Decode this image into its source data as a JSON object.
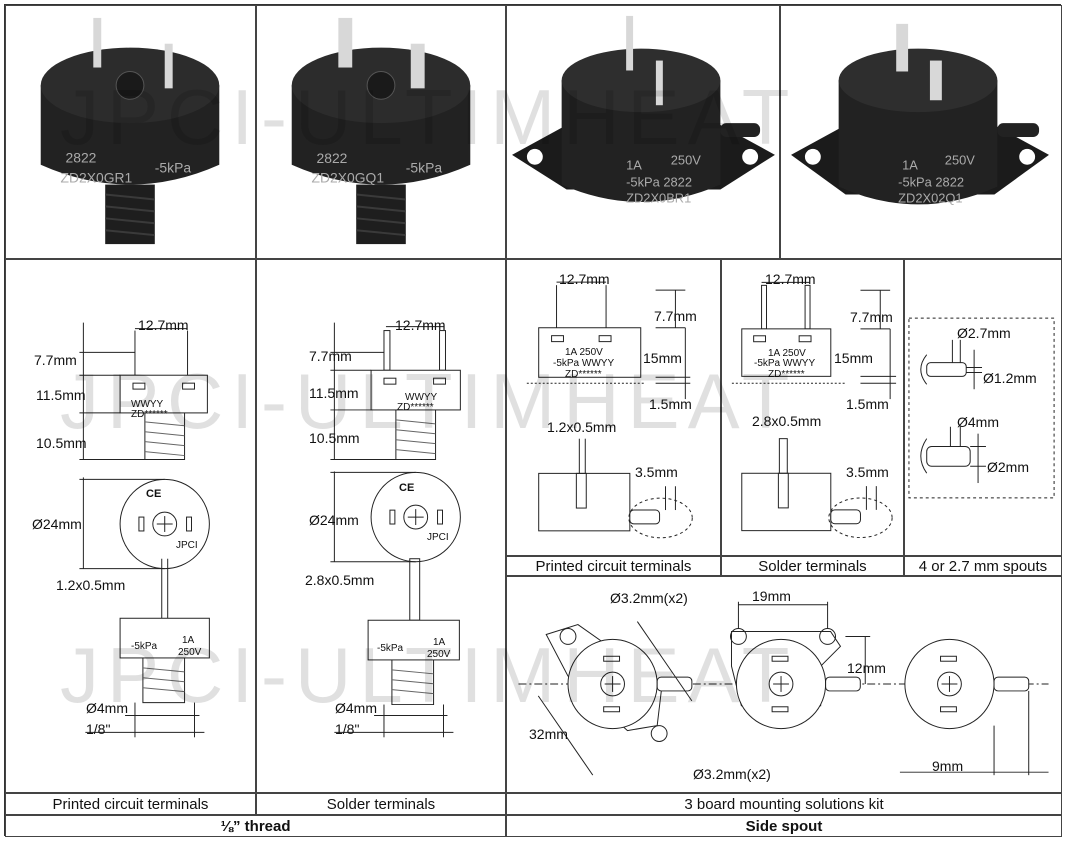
{
  "captions": {
    "pcb_left": "Printed circuit terminals",
    "solder_left": "Solder terminals",
    "pcb_right": "Printed circuit terminals",
    "solder_right": "Solder terminals",
    "spouts": "4 or 2.7 mm spouts",
    "mounting": "3 board mounting solutions kit"
  },
  "footers": {
    "thread": "⅛” thread",
    "side_spout": "Side spout"
  },
  "watermark": "JPCI-ULTIMHEAT",
  "products": [
    {
      "code": "2822",
      "model": "ZD2X0GR1",
      "pressure": "-5kPa"
    },
    {
      "code": "2822",
      "model": "ZD2X0GQ1",
      "pressure": "-5kPa"
    },
    {
      "rating_a": "1A",
      "rating_v": "250V",
      "line2": "-5kPa 2822",
      "model": "ZD2X0BR1"
    },
    {
      "rating_a": "1A",
      "rating_v": "250V",
      "line2": "-5kPa 2822",
      "model": "ZD2X02Q1"
    }
  ],
  "dims": {
    "d127": "12.7mm",
    "d77": "7.7mm",
    "d115": "11.5mm",
    "d105": "10.5mm",
    "d24": "Ø24mm",
    "d12x05": "1.2x0.5mm",
    "d28x05": "2.8x0.5mm",
    "d4": "Ø4mm",
    "d18": "1/8\"",
    "d15": "15mm",
    "d15b": "1.5mm",
    "d35": "3.5mm",
    "d27": "Ø2.7mm",
    "d12": "Ø1.2mm",
    "d4s": "Ø4mm",
    "d2": "Ø2mm",
    "d32x2": "Ø3.2mm(x2)",
    "d19": "19mm",
    "d12mm": "12mm",
    "d32": "32mm",
    "d9": "9mm"
  },
  "labels": {
    "wwyy": "WWYY",
    "zd": "ZD******",
    "rating": "1A 250V",
    "kpa_wwyy": "-5kPa  WWYY",
    "kpa": "-5kPa",
    "a1": "1A",
    "v250": "250V",
    "jpci": "JPCI",
    "ce": "CE"
  }
}
